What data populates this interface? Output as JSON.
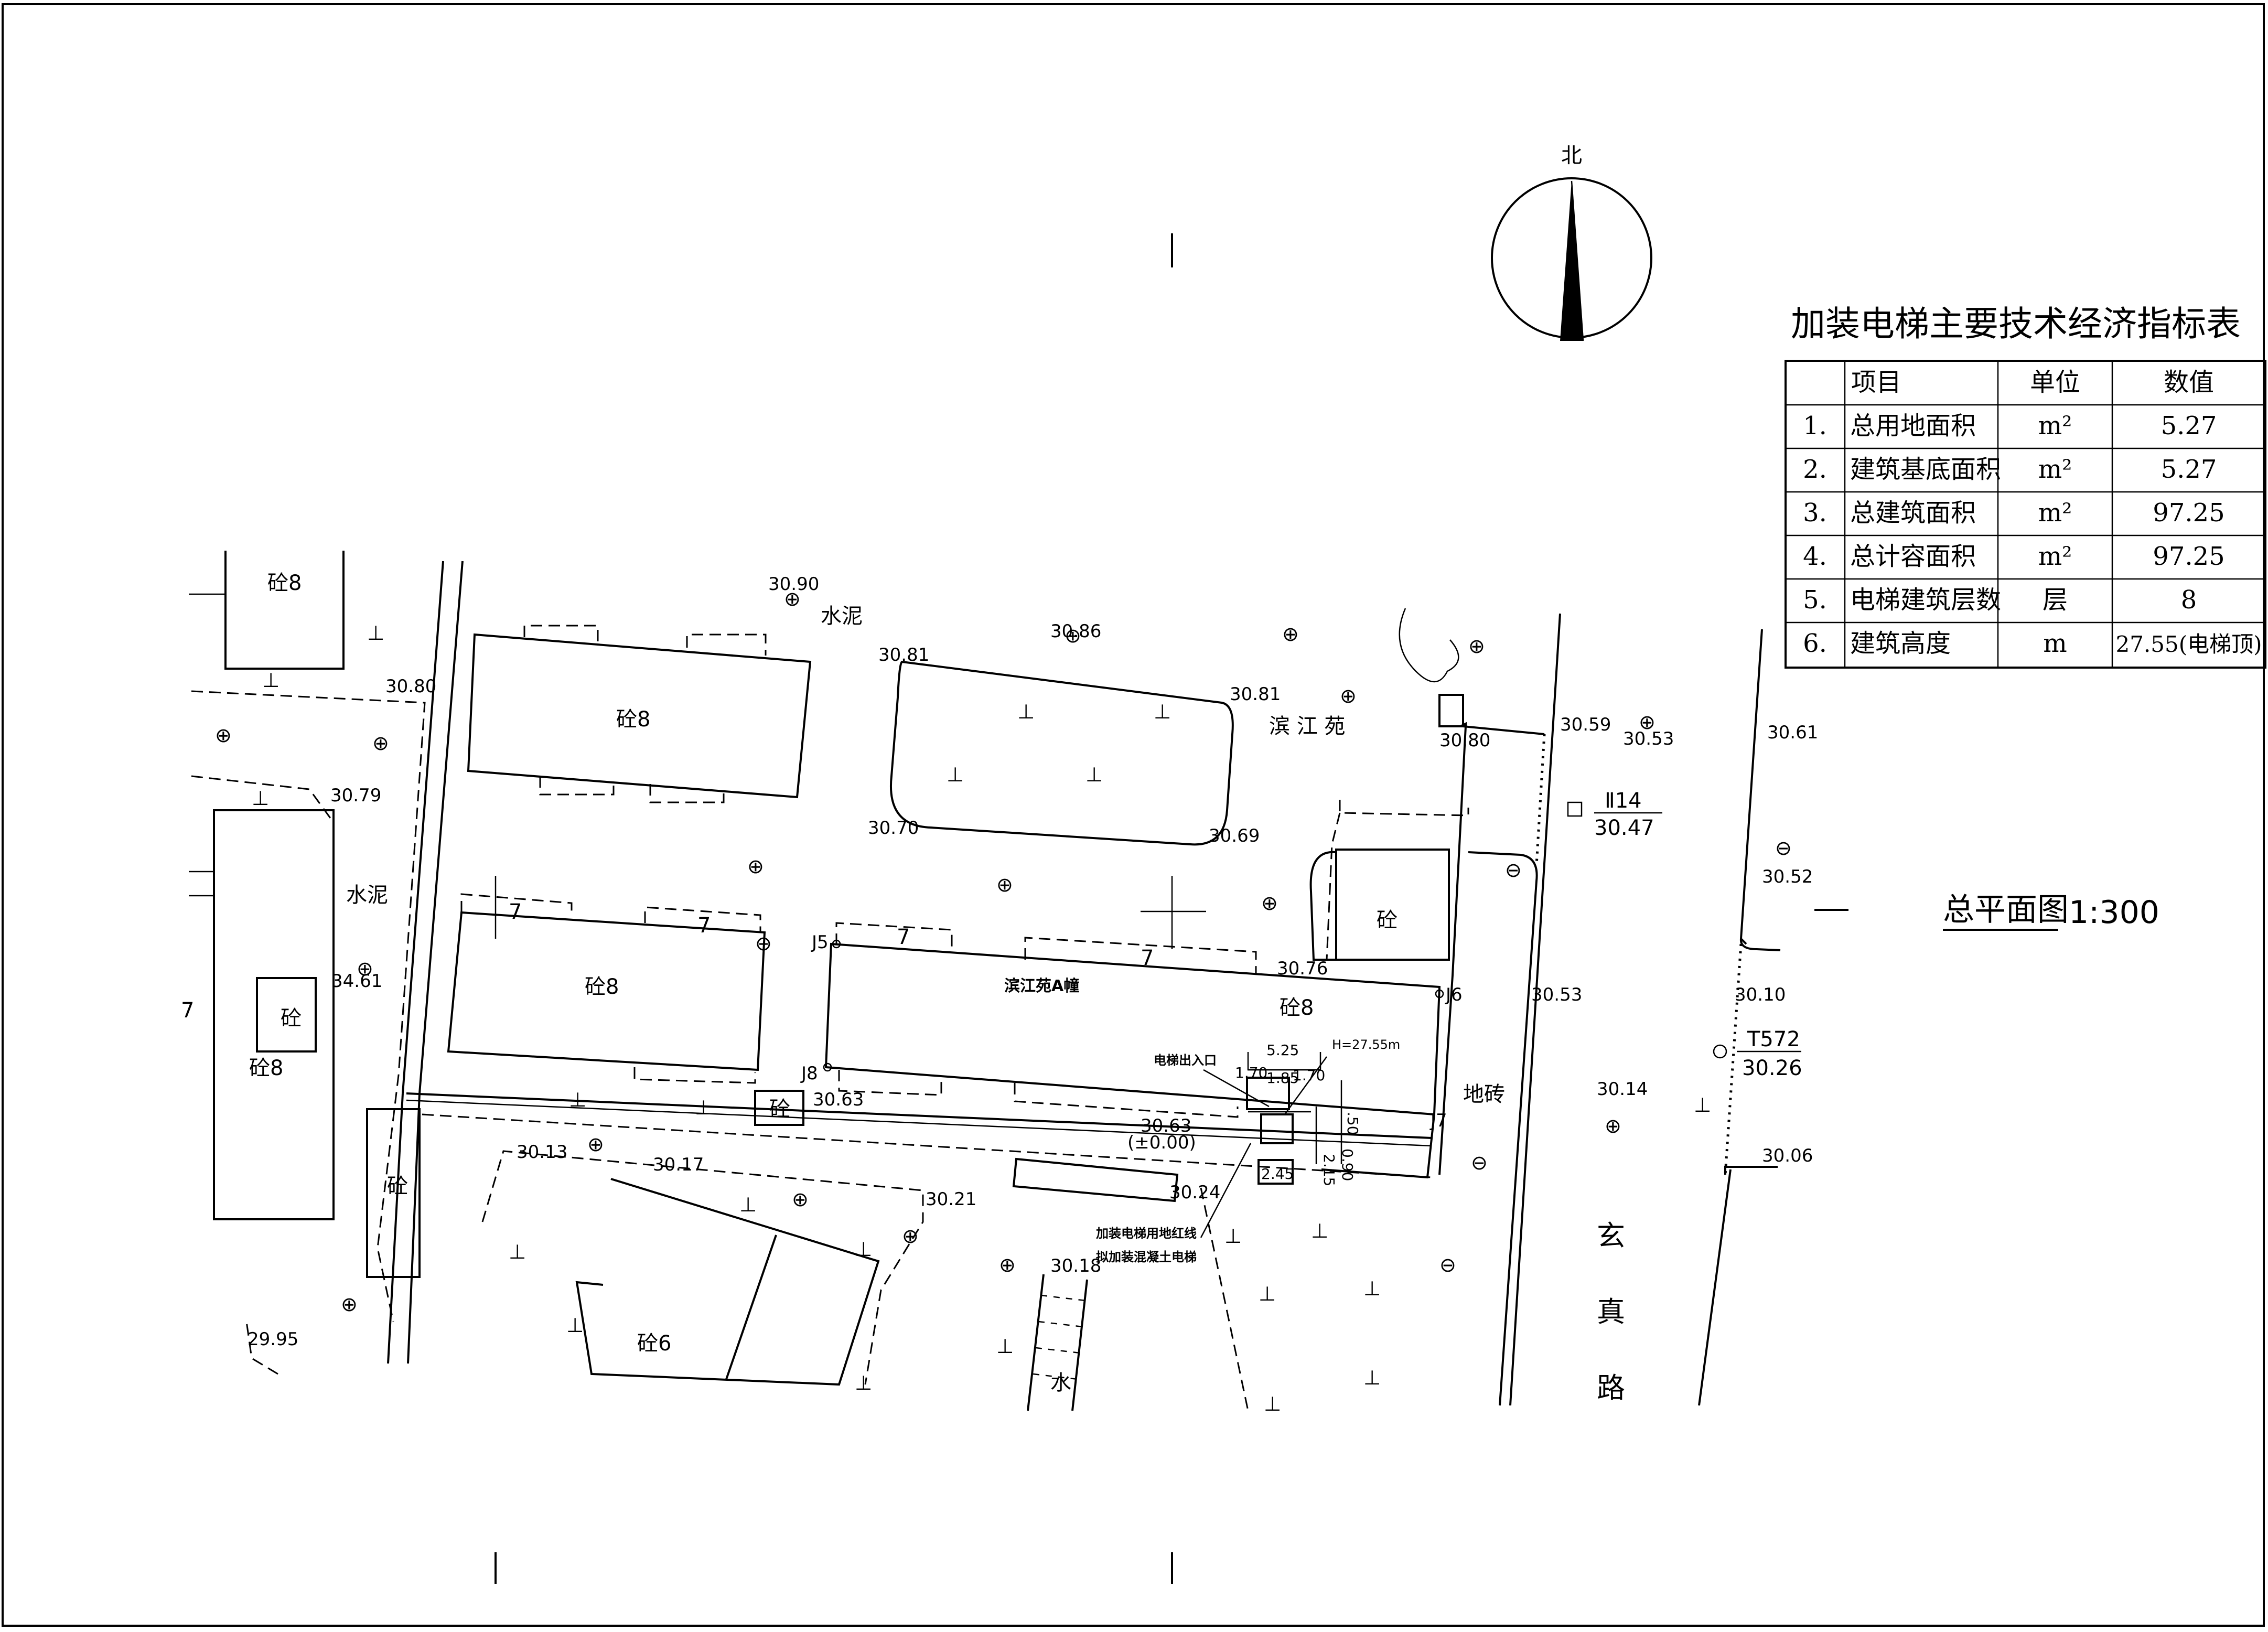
{
  "north_label": "北",
  "table": {
    "title": "加装电梯主要技术经济指标表",
    "headers": [
      "",
      "项目",
      "单位",
      "数值"
    ],
    "rows": [
      [
        "1.",
        "总用地面积",
        "m²",
        "5.27"
      ],
      [
        "2.",
        "建筑基底面积",
        "m²",
        "5.27"
      ],
      [
        "3.",
        "总建筑面积",
        "m²",
        "97.25"
      ],
      [
        "4.",
        "总计容面积",
        "m²",
        "97.25"
      ],
      [
        "5.",
        "电梯建筑层数",
        "层",
        "8"
      ],
      [
        "6.",
        "建筑高度",
        "m",
        "27.55(电梯顶)"
      ]
    ]
  },
  "drawing_title": "总平面图",
  "scale": "1:300",
  "labels": {
    "b1": "砼8",
    "b2": "砼8",
    "b3": "砼8",
    "b4": "砼8",
    "b5": "砼8",
    "b6": "砼",
    "b7": "砼",
    "b8": "砼",
    "b9": "砼",
    "b10": "砼6",
    "main_building_name": "滨江苑A幢",
    "binjiangyuan": "滨 江 苑",
    "cement1": "水泥",
    "cement2": "水泥",
    "water": "水",
    "tiles": "地砖",
    "road1": "玄",
    "road2": "真",
    "road3": "路",
    "seven": "7",
    "elevator_entrance": "电梯出入口",
    "elevator_h": "H=27.55m",
    "elevator_zero": "(±0.00)",
    "redline_note1": "加装电梯用地红线",
    "redline_note2": "拟加装混凝土电梯",
    "dim_525": "5.25",
    "dim_170a": "1.70",
    "dim_185": "1.85",
    "dim_170b": "1.70",
    "dim_215": "2.15",
    "dim_245": "2.45",
    "dim_50": ".50",
    "dim_090": "0.90",
    "j5": "J5",
    "j6": "J6",
    "j7": "J7",
    "j8": "J8",
    "m14": "Ⅱ14",
    "t572": "T572"
  },
  "elevations": [
    "30.90",
    "30.86",
    "30.81",
    "30.81",
    "30.80",
    "30.80",
    "30.79",
    "30.70",
    "30.69",
    "30.59",
    "30.53",
    "30.61",
    "30.47",
    "30.52",
    "30.76",
    "30.53",
    "34.61",
    "30.63",
    "30.63",
    "30.10",
    "30.26",
    "30.14",
    "30.06",
    "30.13",
    "30.17",
    "30.21",
    "30.24",
    "30.18",
    "29.95"
  ]
}
